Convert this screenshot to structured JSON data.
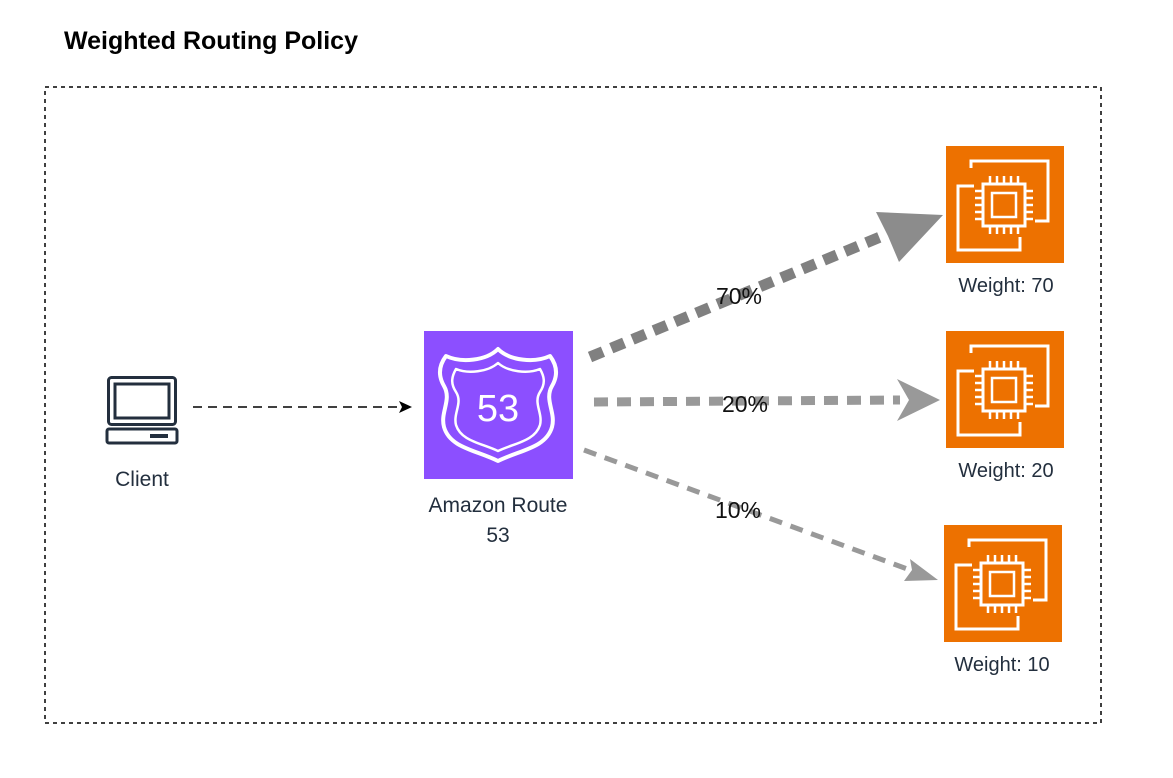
{
  "title": "Weighted Routing Policy",
  "client": {
    "label": "Client",
    "icon": "client-computer-icon"
  },
  "route53": {
    "label_line1": "Amazon Route",
    "label_line2": "53",
    "shield_text": "53",
    "icon": "route53-shield-icon",
    "color": "#8c4fff"
  },
  "ec2_color": "#ed7100",
  "targets": [
    {
      "label": "Weight: 70",
      "percent_label": "70%",
      "icon": "ec2-instance-icon"
    },
    {
      "label": "Weight: 20",
      "percent_label": "20%",
      "icon": "ec2-instance-icon"
    },
    {
      "label": "Weight: 10",
      "percent_label": "10%",
      "icon": "ec2-instance-icon"
    }
  ]
}
